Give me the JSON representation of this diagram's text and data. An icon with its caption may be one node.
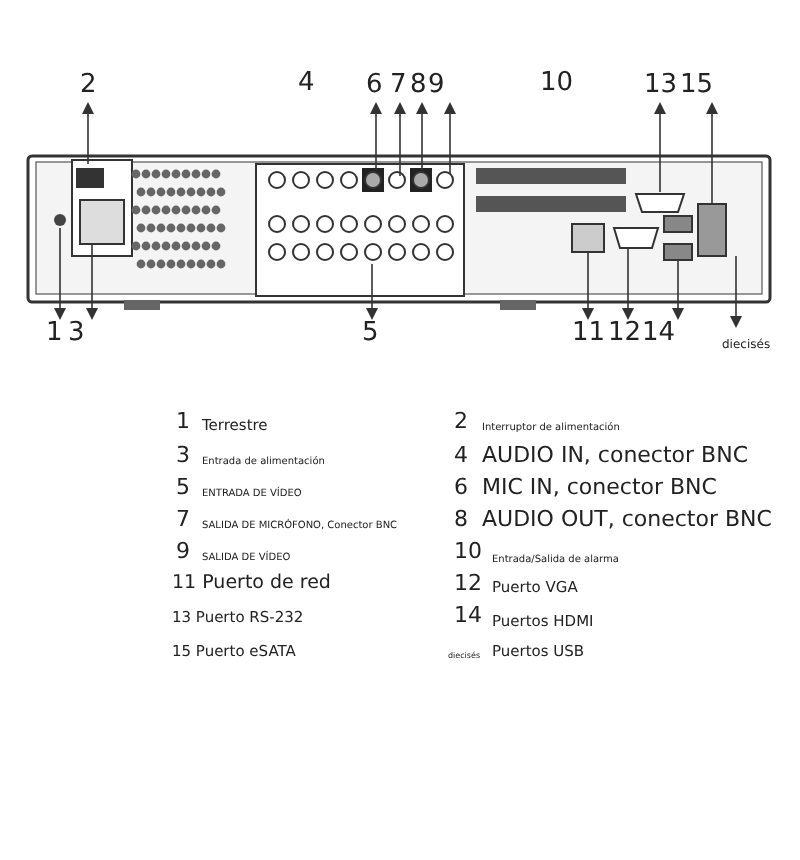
{
  "diagram": {
    "nodes": [
      {
        "text": [
          "2"
        ]
      },
      {
        "text": [
          "6"
        ]
      },
      {
        "text": [
          "7"
        ]
      },
      {
        "text": [
          "8"
        ]
      },
      {
        "text": [
          "9"
        ]
      },
      {
        "text": [
          "13"
        ]
      },
      {
        "text": [
          "15"
        ]
      },
      {
        "text": [
          "1"
        ]
      },
      {
        "text": [
          "3"
        ]
      },
      {
        "text": [
          "5"
        ]
      },
      {
        "text": [
          "11"
        ]
      },
      {
        "text": [
          "12"
        ]
      },
      {
        "text": [
          "14"
        ]
      },
      {
        "text": [
          "diecisés"
        ]
      }
    ],
    "edges": [
      {
        "from": null,
        "to": 0,
        "arrow": "to"
      },
      {
        "from": null,
        "to": 1,
        "arrow": "to"
      },
      {
        "from": null,
        "to": 2,
        "arrow": "to"
      },
      {
        "from": null,
        "to": 3,
        "arrow": "to"
      },
      {
        "from": null,
        "to": 4,
        "arrow": "to"
      },
      {
        "from": null,
        "to": 5,
        "arrow": "to"
      },
      {
        "from": null,
        "to": 6,
        "arrow": "to"
      },
      {
        "from": null,
        "to": 7,
        "arrow": "to"
      },
      {
        "from": null,
        "to": 8,
        "arrow": "to"
      },
      {
        "from": null,
        "to": 9,
        "arrow": "to"
      },
      {
        "from": null,
        "to": 10,
        "arrow": "to"
      },
      {
        "from": null,
        "to": 11,
        "arrow": "to"
      },
      {
        "from": null,
        "to": 12,
        "arrow": "to"
      },
      {
        "from": null,
        "to": 13,
        "arrow": "to"
      }
    ],
    "labels": [
      "4",
      "10",
      "1",
      "Terrestre",
      "2",
      "Interruptor de alimentación",
      "3",
      "Entrada de alimentación",
      "4",
      "AUDIO IN, conector BNC",
      "5",
      "ENTRADA DE VÍDEO",
      "6",
      "MIC IN, conector BNC",
      "7",
      "SALIDA DE MICRÓFONO, Conector BNC",
      "8",
      "AUDIO OUT, conector BNC",
      "9",
      "SALIDA DE VÍDEO",
      "10",
      "Entrada/Salida de alarma",
      "11 Puerto de red",
      "12",
      "Puerto VGA",
      "13 Puerto RS-232",
      "14",
      "Puertos HDMI",
      "15 Puerto eSATA",
      "diecisés",
      "Puertos USB"
    ]
  }
}
